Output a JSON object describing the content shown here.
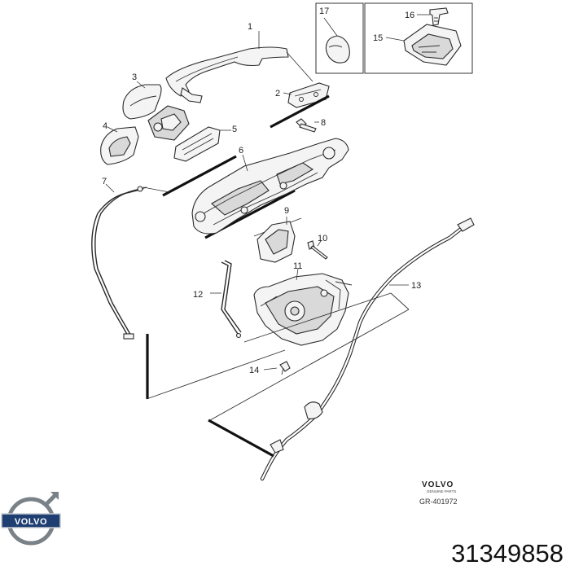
{
  "callouts": [
    "1",
    "2",
    "3",
    "4",
    "5",
    "6",
    "7",
    "8",
    "9",
    "10",
    "11",
    "12",
    "13",
    "14",
    "15",
    "16",
    "17"
  ],
  "brand_block": {
    "brand": "VOLVO",
    "subtitle": "GENUINE PARTS",
    "reference": "GR-401972"
  },
  "logo": {
    "icon": "volvo-iron-mark-icon",
    "text": "VOLVO"
  },
  "part_number": "31349858",
  "colors": {
    "logo_blue": "#1f3f73",
    "ink": "#222222"
  }
}
